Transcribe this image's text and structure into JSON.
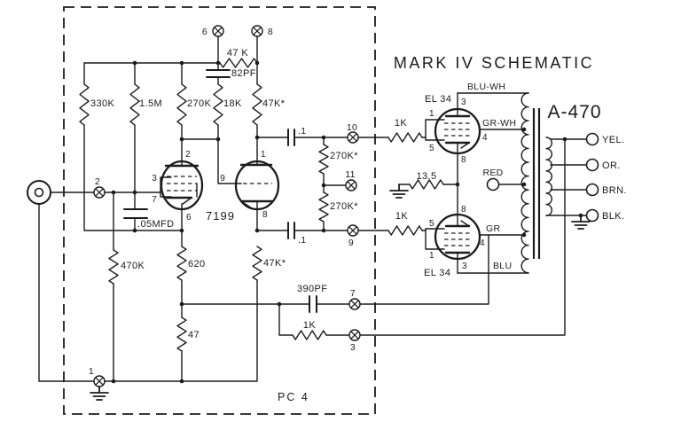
{
  "title": "MARK IV SCHEMATIC",
  "board_label": "PC 4",
  "input_stage": {
    "tube": "7199",
    "r_grid_rail": "330K",
    "r_grid_leak": "1.5M",
    "r_plate_load": "270K",
    "r_comp": "18K",
    "c_comp": "82PF",
    "r_supply": "47 K",
    "r_triode_plate": "47K*",
    "r_triode_cathode": "47K*",
    "c_input": ".05MFD",
    "r_input": "470K",
    "r_cathode": "620",
    "r_cathode2": "47",
    "pins": {
      "p2": "2",
      "p3": "3",
      "p7": "7",
      "p6": "6",
      "p9": "9",
      "p1": "1",
      "p8": "8"
    }
  },
  "coupling": {
    "c_upper": ".1",
    "c_lower": ".1",
    "r_grid_upper": "270K*",
    "r_grid_lower": "270K*"
  },
  "output_stage": {
    "tube_upper": "EL 34",
    "tube_lower": "EL 34",
    "r_grid_stop_upper": "1K",
    "r_grid_stop_lower": "1K",
    "r_bias_sense": "13.5",
    "pins_upper": {
      "g3": "1",
      "g1": "5",
      "plate": "3",
      "screen": "4",
      "cathode": "8"
    },
    "pins_lower": {
      "g3": "1",
      "g1": "5",
      "plate": "3",
      "screen": "4",
      "cathode": "8"
    }
  },
  "feedback": {
    "c_phase": "390PF",
    "r_fb": "1K"
  },
  "transformer": {
    "model": "A-470",
    "lead_top": "BLU-WH",
    "lead_screen_upper": "GR-WH",
    "lead_center": "RED",
    "lead_screen_lower": "GR",
    "lead_bottom": "BLU",
    "out_yel": "YEL.",
    "out_or": "OR.",
    "out_brn": "BRN.",
    "out_blk": "BLK."
  },
  "terminals": {
    "t1": "1",
    "t2": "2",
    "t3": "3",
    "t6": "6",
    "t7": "7",
    "t8": "8",
    "t9": "9",
    "t10": "10",
    "t11": "11"
  }
}
